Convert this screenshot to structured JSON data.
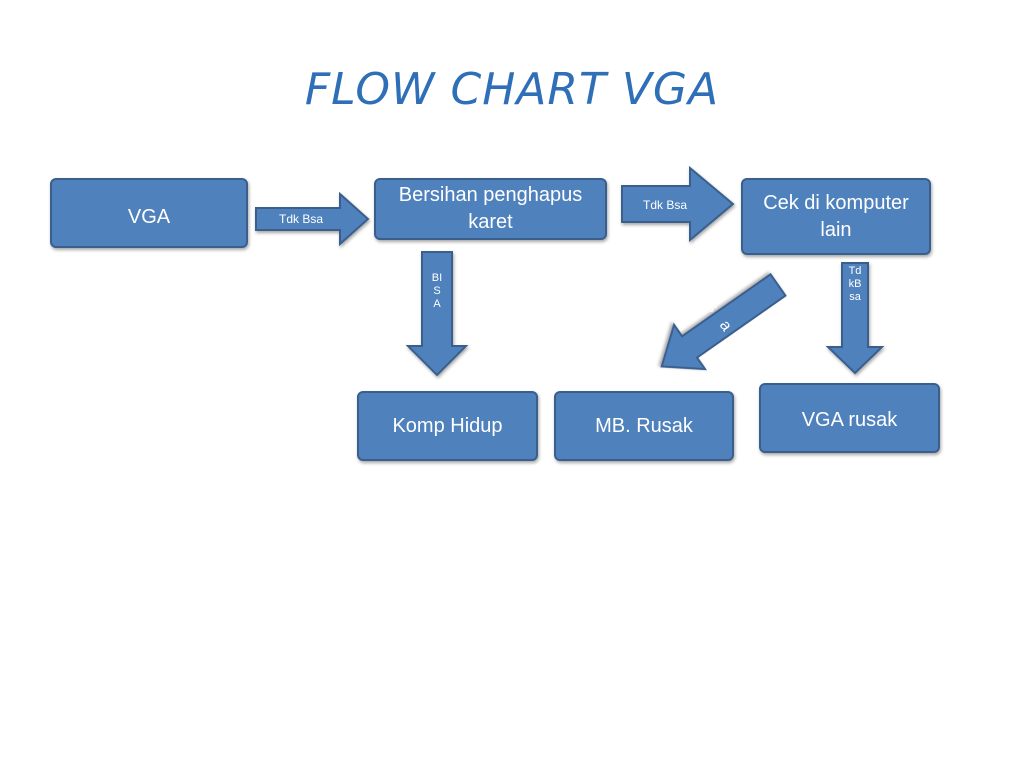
{
  "title": "FLOW CHART VGA",
  "colors": {
    "box_fill": "#4f81bd",
    "box_border": "#3a5f8c",
    "title": "#2e6fb8"
  },
  "nodes": {
    "vga": "VGA",
    "bersihan": "Bersihan penghapus karet",
    "cek": "Cek di komputer lain",
    "komp_hidup": "Komp Hidup",
    "mb_rusak": "MB. Rusak",
    "vga_rusak": "VGA rusak"
  },
  "edges": {
    "vga_to_bersihan": "Tdk Bsa",
    "bersihan_to_cek": "Tdk Bsa",
    "bersihan_to_komp": "BISA",
    "cek_to_mb": "Bisa",
    "cek_to_vga_rusak": "TdkBsa"
  }
}
